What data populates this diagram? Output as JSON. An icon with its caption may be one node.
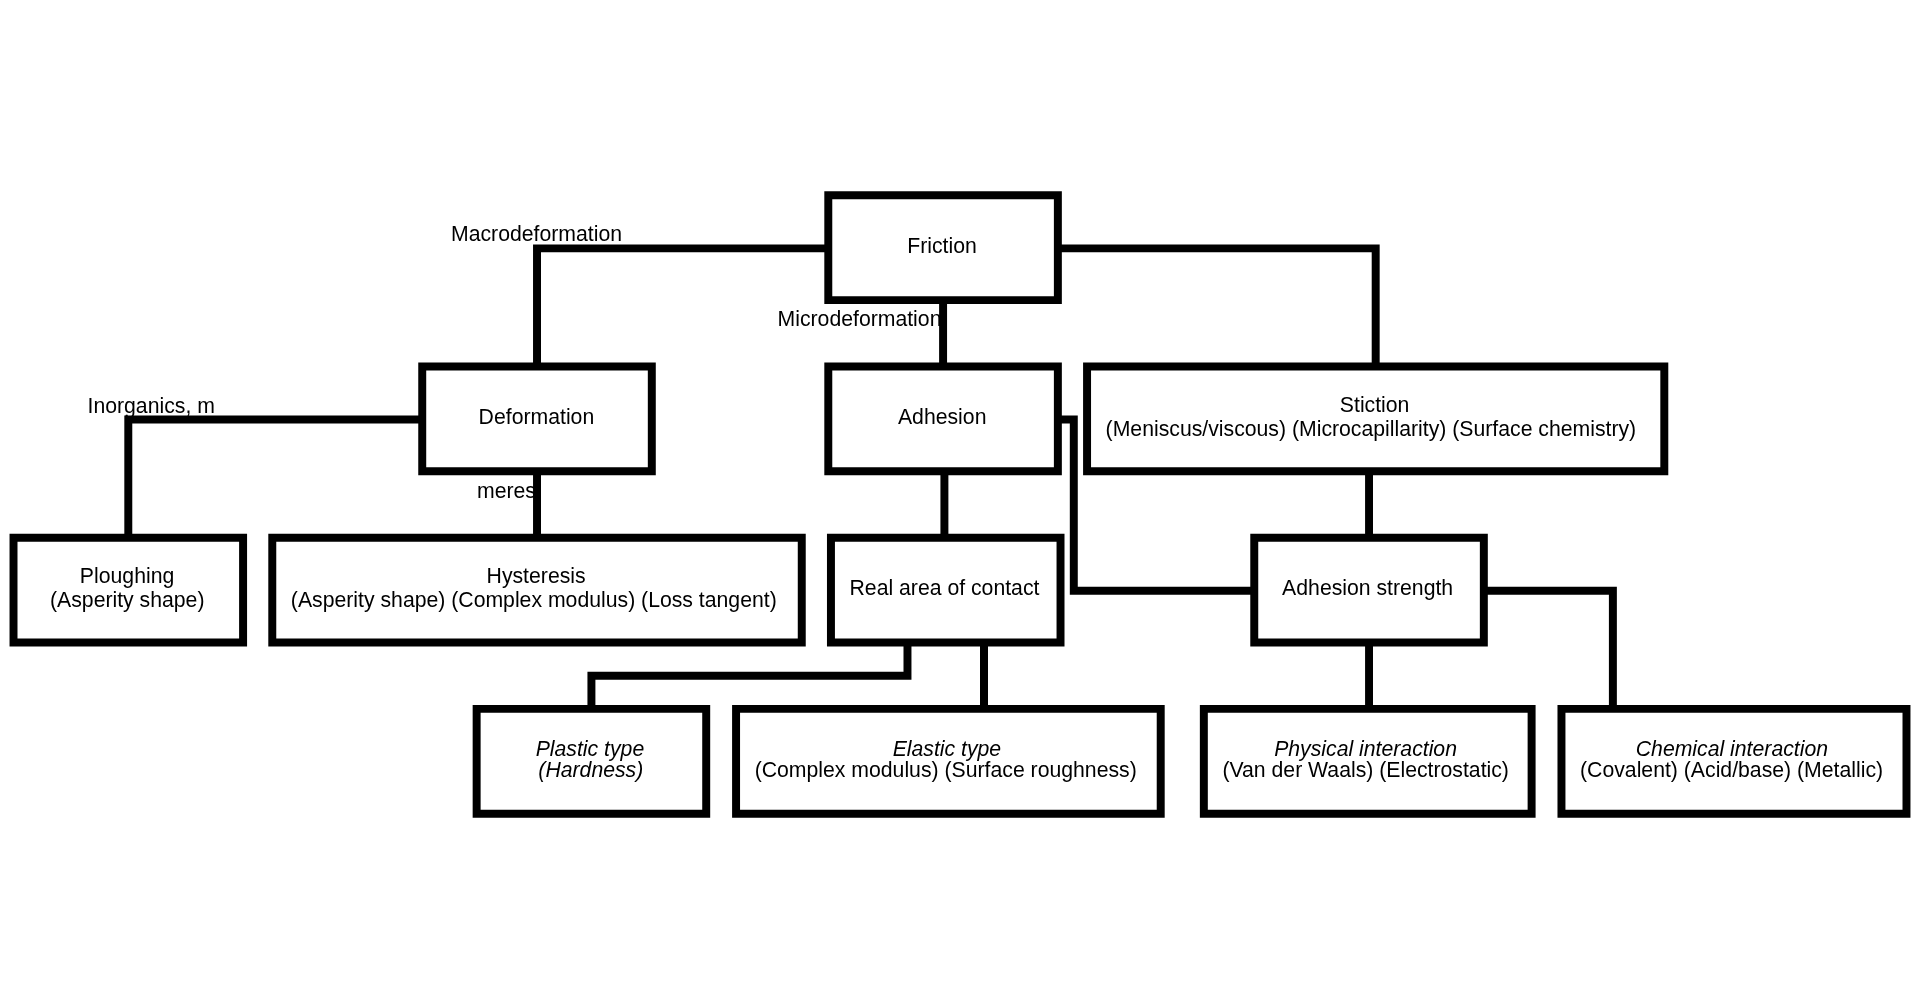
{
  "diagram": {
    "nodes": [
      {
        "text": [
          "Friction"
        ]
      },
      {
        "text": [
          "Deformation"
        ]
      },
      {
        "text": [
          "Adhesion"
        ]
      },
      {
        "text": [
          "Stiction",
          "(Meniscus/viscous) (Microcapillarity) (Surface chemistry)"
        ]
      },
      {
        "text": [
          "Ploughing",
          "(Asperity shape)"
        ]
      },
      {
        "text": [
          "Hysteresis",
          "(Asperity shape) (Complex modulus) (Loss tangent)"
        ]
      },
      {
        "text": [
          "Real area of contact"
        ]
      },
      {
        "text": [
          "Adhesion strength"
        ]
      },
      {
        "text": [
          "*Plastic type*",
          "*(Hardness)*"
        ]
      },
      {
        "text": [
          "*Elastic type*",
          "(Complex modulus) (Surface roughness)"
        ]
      },
      {
        "text": [
          "*Physical interaction*",
          "(Van der Waals) (Electrostatic)"
        ]
      },
      {
        "text": [
          "*Chemical interaction*",
          "(Covalent) (Acid/base) (Metallic)"
        ]
      }
    ],
    "edges": [
      {
        "from": 0,
        "to": 1,
        "arrow": "none",
        "label": "Macrodeformation"
      },
      {
        "from": 0,
        "to": 2,
        "arrow": "none",
        "label": "Microdeformation"
      },
      {
        "from": 0,
        "to": 3,
        "arrow": "none"
      },
      {
        "from": 1,
        "to": 4,
        "arrow": "none",
        "label": "Inorganics, m"
      },
      {
        "from": 1,
        "to": 5,
        "arrow": "none",
        "label": "meres"
      },
      {
        "from": 2,
        "to": 6,
        "arrow": "none"
      },
      {
        "from": 2,
        "to": 7,
        "arrow": "none"
      },
      {
        "from": 3,
        "to": 7,
        "arrow": "none"
      },
      {
        "from": 6,
        "to": 8,
        "arrow": "none"
      },
      {
        "from": 6,
        "to": 9,
        "arrow": "none"
      },
      {
        "from": 7,
        "to": 10,
        "arrow": "none"
      },
      {
        "from": 7,
        "to": 11,
        "arrow": "none"
      }
    ]
  }
}
